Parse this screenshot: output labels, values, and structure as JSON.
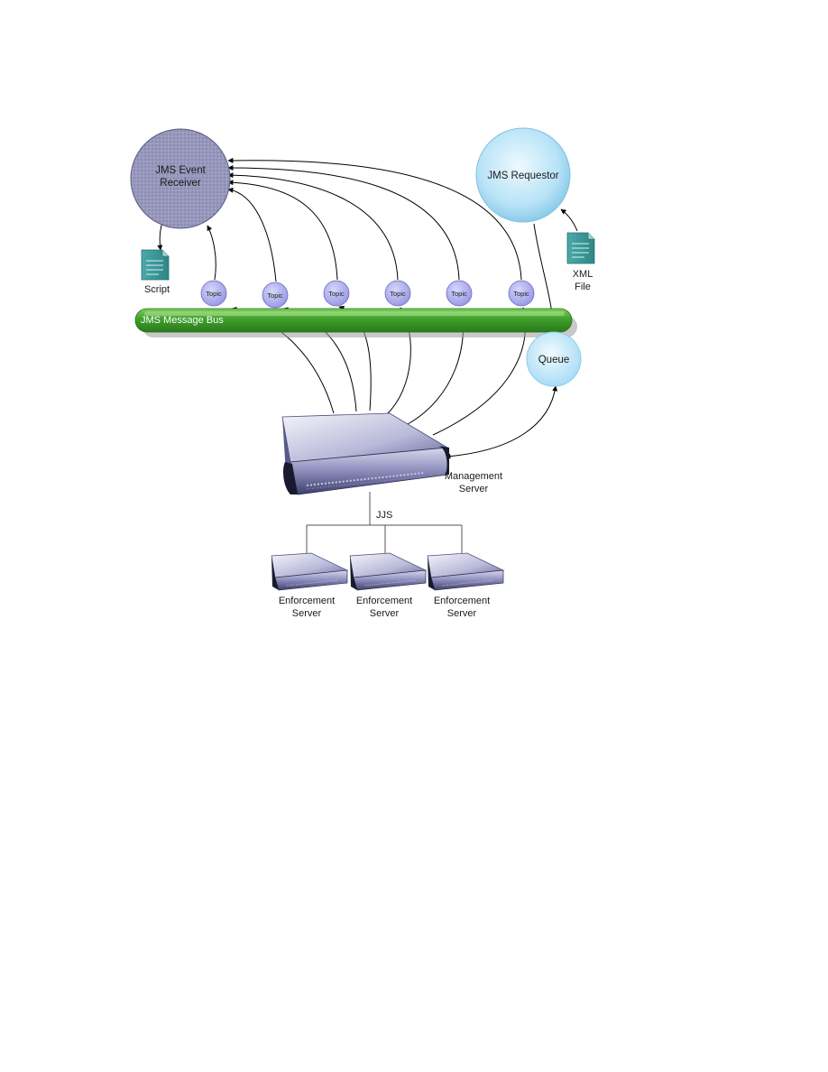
{
  "diagram": {
    "receiver": {
      "line1": "JMS Event",
      "line2": "Receiver"
    },
    "requestor": {
      "label": "JMS Requestor"
    },
    "script": {
      "label": "Script"
    },
    "xml_file": {
      "line1": "XML",
      "line2": "File"
    },
    "bus": {
      "label": "JMS Message Bus"
    },
    "topics": [
      "Topic",
      "Topic",
      "Topic",
      "Topic",
      "Topic",
      "Topic"
    ],
    "queue": {
      "label": "Queue"
    },
    "management_server": {
      "line1": "Management",
      "line2": "Server"
    },
    "connection": {
      "label": "JJS"
    },
    "enforcement_servers": [
      {
        "line1": "Enforcement",
        "line2": "Server"
      },
      {
        "line1": "Enforcement",
        "line2": "Server"
      },
      {
        "line1": "Enforcement",
        "line2": "Server"
      }
    ],
    "colors": {
      "receiver_fill": "#8e8eb4",
      "requestor_fill": "#a6dcf3",
      "topic_fill": "#b3b3f0",
      "queue_fill": "#bfe6f9",
      "bus_green": "#3f9f2c",
      "document_teal": "#3a9c9c"
    }
  }
}
